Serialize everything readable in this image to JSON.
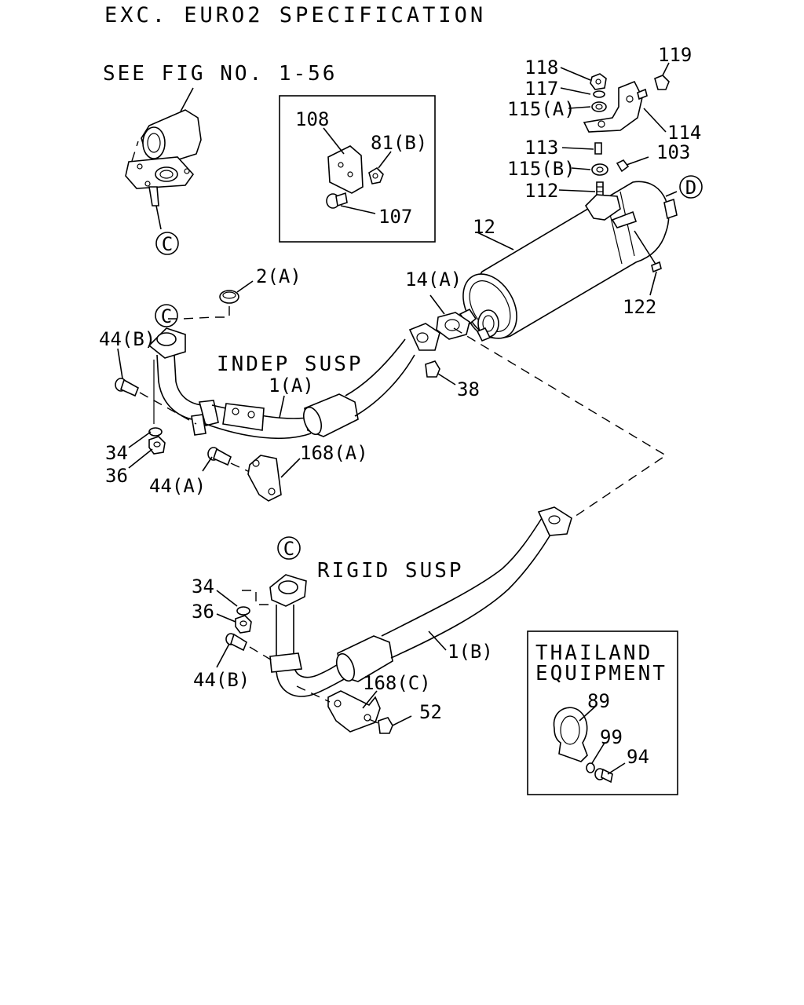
{
  "header": {
    "title": "EXC. EURO2 SPECIFICATION"
  },
  "notes": {
    "see_fig": "SEE FIG NO. 1-56",
    "indep_susp": "INDEP SUSP",
    "rigid_susp": "RIGID SUSP",
    "thailand_line1": "THAILAND",
    "thailand_line2": "EQUIPMENT"
  },
  "callouts": {
    "c_top": "C",
    "c_mid": "C",
    "c_low": "C",
    "d_muffler": "D"
  },
  "labels": {
    "p118": "118",
    "p117": "117",
    "p115a": "115(A)",
    "p119": "119",
    "p114": "114",
    "p113": "113",
    "p103": "103",
    "p115b": "115(B)",
    "p112": "112",
    "p12": "12",
    "p122": "122",
    "p108": "108",
    "p81b": "81(B)",
    "p107": "107",
    "p2a": "2(A)",
    "p14a": "14(A)",
    "p44b_top": "44(B)",
    "p1a": "1(A)",
    "p38": "38",
    "p34_top": "34",
    "p36_top": "36",
    "p44a": "44(A)",
    "p168a": "168(A)",
    "p34_low": "34",
    "p36_low": "36",
    "p44b_low": "44(B)",
    "p1b": "1(B)",
    "p168c": "168(C)",
    "p52": "52",
    "p89": "89",
    "p99": "99",
    "p94": "94"
  }
}
